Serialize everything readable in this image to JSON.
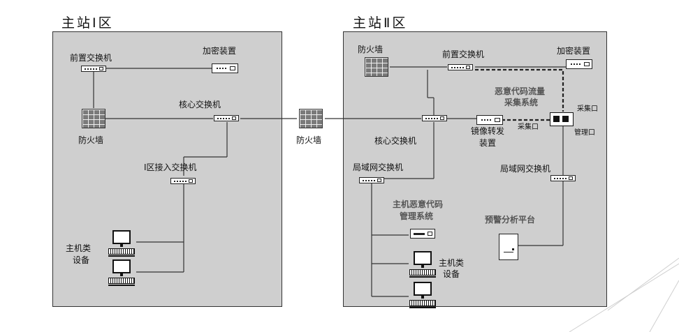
{
  "zone1": {
    "title": "主站Ⅰ区",
    "front_switch": "前置交换机",
    "encryption": "加密装置",
    "core_switch": "核心交换机",
    "firewall": "防火墙",
    "access_switch": "I区接入交换机",
    "host_line1": "主机类",
    "host_line2": "设备"
  },
  "middle": {
    "firewall": "防火墙"
  },
  "zone2": {
    "title": "主站Ⅱ区",
    "firewall": "防火墙",
    "front_switch": "前置交换机",
    "encryption": "加密装置",
    "malware_collect_line1": "恶意代码流量",
    "malware_collect_line2": "采集系统",
    "collect_port_1": "采集口",
    "collect_port_2": "采集口",
    "mgmt_port": "管理口",
    "core_switch": "核心交换机",
    "mirror_line1": "镜像转发",
    "mirror_line2": "装置",
    "lan_switch_left": "局域网交换机",
    "lan_switch_right": "局域网交换机",
    "host_mgmt_line1": "主机恶意代码",
    "host_mgmt_line2": "管理系统",
    "alert_platform": "预警分析平台",
    "host_line1": "主机类",
    "host_line2": "设备"
  }
}
